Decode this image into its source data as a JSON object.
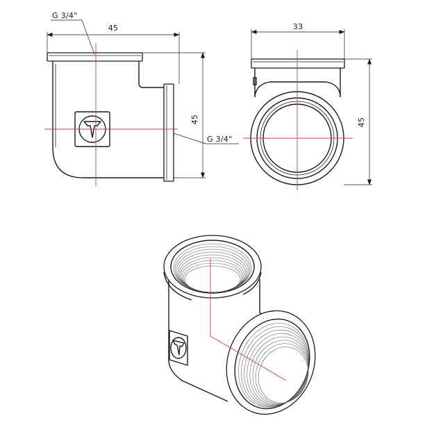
{
  "front_view": {
    "width_dim": "45",
    "height_dim": "45",
    "thread_top": "G 3/4\"",
    "thread_side": "G 3/4\""
  },
  "side_view": {
    "width_dim": "33",
    "height_dim": "45"
  },
  "isometric_view": {}
}
